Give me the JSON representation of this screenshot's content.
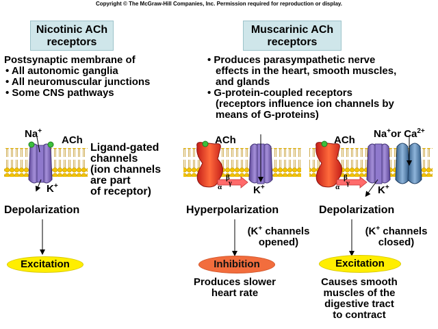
{
  "copyright": "Copyright © The McGraw-Hill Companies, Inc. Permission required for reproduction or display.",
  "nicotinic": {
    "header_line1": "Nicotinic ACh",
    "header_line2": "receptors",
    "intro": "Postsynaptic membrane of",
    "bullets": [
      "All autonomic ganglia",
      "All neuromuscular junctions",
      "Some CNS pathways"
    ],
    "na_label": "Na",
    "na_charge": "+",
    "ach_label": "ACh",
    "k_label": "K",
    "k_charge": "+",
    "ligand_text": [
      "Ligand-gated",
      "channels",
      "(ion channels",
      "are part",
      "of receptor)"
    ],
    "effect": "Depolarization",
    "outcome": "Excitation"
  },
  "muscarinic": {
    "header_line1": "Muscarinic ACh",
    "header_line2": "receptors",
    "bullet1": [
      "Produces parasympathetic nerve",
      "effects in the heart, smooth muscles,",
      "and glands"
    ],
    "bullet2": [
      "G-protein-coupled receptors",
      "(receptors influence ion channels by",
      "means of G-proteins)"
    ],
    "left": {
      "ach_label": "ACh",
      "k_label": "K",
      "k_charge": "+",
      "effect": "Hyperpolarization",
      "channel_note": [
        "(K",
        "+",
        " channels",
        "opened)"
      ],
      "outcome": "Inhibition",
      "result": [
        "Produces slower",
        "heart rate"
      ]
    },
    "right": {
      "ach_label": "ACh",
      "ion_label_prefix": "Na",
      "ion_label_na_charge": "+",
      "ion_label_mid": "or Ca",
      "ion_label_ca_charge": "2+",
      "k_label": "K",
      "k_charge": "+",
      "effect": "Depolarization",
      "channel_note": [
        "(K",
        "+",
        " channels",
        "closed)"
      ],
      "outcome": "Excitation",
      "result": [
        "Causes smooth",
        "muscles of the",
        "digestive tract",
        "to contract"
      ]
    },
    "gprotein_beta": "β",
    "gprotein_gamma": "γ",
    "gprotein_alpha": "α"
  },
  "colors": {
    "header_bg": "#cfe6ea",
    "membrane_head": "#f2c200",
    "receptor_purple": "#7c62b5",
    "receptor_red": "#e8302a",
    "excitation_yellow": "#ffee00",
    "inhibition_orange": "#f26d3d",
    "ach_green": "#3cbf3c",
    "channel_blue": "#4a78a8"
  }
}
